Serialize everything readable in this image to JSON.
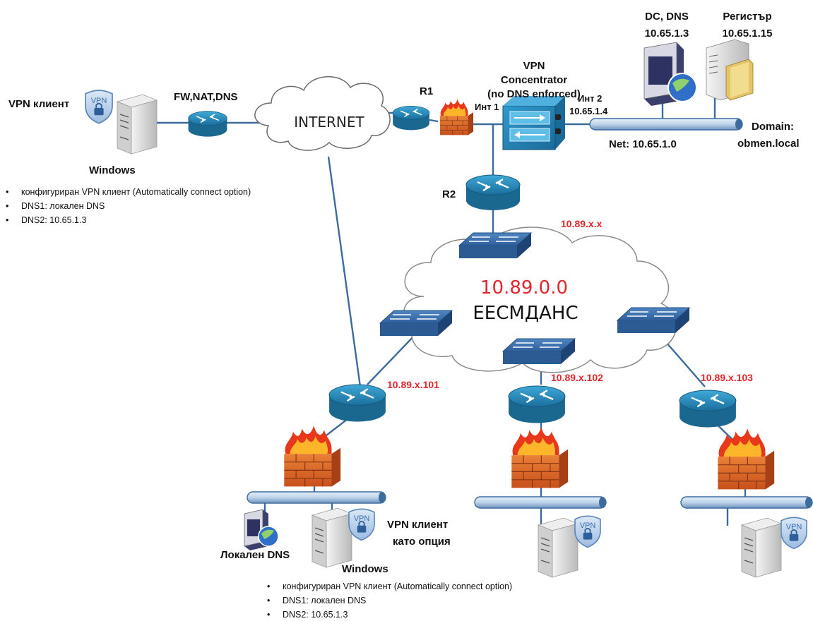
{
  "labels": {
    "vpn_client_top": "VPN клиент",
    "fw_nat_dns": "FW,NAT,DNS",
    "internet": "INTERNET",
    "windows_top": "Windows",
    "r1": "R1",
    "vpn_conc_l1": "VPN",
    "vpn_conc_l2": "Concentrator",
    "vpn_conc_l3": "(no DNS enforced)",
    "int1": "Инт 1",
    "int2": "Инт 2",
    "int2_ip": "10.65.1.4",
    "dc_dns": "DC, DNS",
    "dc_ip": "10.65.1.3",
    "registry": "Регистър",
    "registry_ip": "10.65.1.15",
    "net": "Net: 10.65.1.0",
    "domain_l1": "Domain:",
    "domain_l2": "obmen.local",
    "r2": "R2",
    "net_x": "10.89.x.x",
    "cloud_ip": "10.89.0.0",
    "cloud_name": "ЕЕСМДАНС",
    "ip101": "10.89.x.101",
    "ip102": "10.89.x.102",
    "ip103": "10.89.x.103",
    "vpn_opt_l1": "VPN клиент",
    "vpn_opt_l2": "като опция",
    "local_dns": "Локален DNS",
    "windows_bottom": "Windows",
    "vpn_badge": "VPN"
  },
  "notes_top": [
    "конфигуриран VPN клиент (Automatically connect option)",
    "DNS1: локален DNS",
    "DNS2: 10.65.1.3"
  ],
  "notes_bottom": [
    "конфигуриран VPN клиент (Automatically connect option)",
    "DNS1: локален DNS",
    "DNS2: 10.65.1.3"
  ]
}
